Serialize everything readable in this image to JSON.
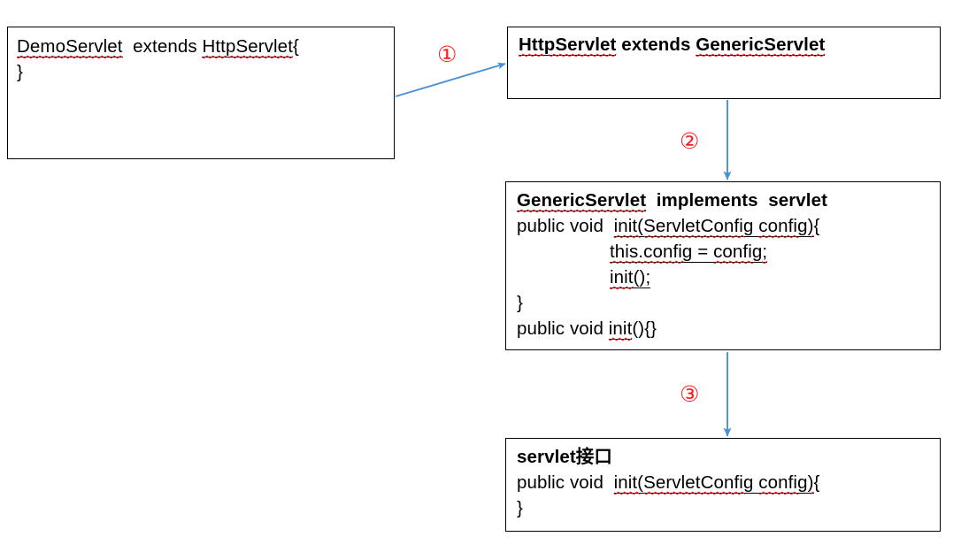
{
  "diagram": {
    "title": "Servlet inheritance chain",
    "accent_arrow_color": "#4a90d5",
    "marker_color": "#ff1a1a",
    "box_border_color": "#000000",
    "spellcheck_underline_color": "#ff2020"
  },
  "boxes": {
    "demo_servlet": {
      "name": "DemoServlet",
      "line1_a": "DemoServlet",
      "line1_b": "  extends ",
      "line1_c": "HttpServlet",
      "line1_d": "{",
      "line2": "",
      "line3": "}"
    },
    "http_servlet": {
      "name": "HttpServlet",
      "line1_a": "HttpServlet",
      "line1_b": " extends ",
      "line1_c": "GenericServlet"
    },
    "generic_servlet": {
      "name": "GenericServlet",
      "line1_a": "GenericServlet",
      "line1_b": "  implements  servlet",
      "line2_a": "public void  ",
      "line2_b": "init(ServletConfig",
      "line2_c": " ",
      "line2_d": "config)",
      "line2_e": "{",
      "line3_a": "this.config",
      "line3_b": " = ",
      "line3_c": "config;",
      "line4_a": "init",
      "line4_b": "();",
      "line5": "}",
      "line6_a": "public void ",
      "line6_b": "init",
      "line6_c": "(){}"
    },
    "servlet_interface": {
      "name": "servlet interface",
      "line1": "servlet接口",
      "line2_a": "public void  ",
      "line2_b": "init(ServletConfig",
      "line2_c": " ",
      "line2_d": "config)",
      "line2_e": "{",
      "line3": "}"
    }
  },
  "markers": [
    {
      "id": "marker-1",
      "label": "①"
    },
    {
      "id": "marker-2",
      "label": "②"
    },
    {
      "id": "marker-3",
      "label": "③"
    }
  ]
}
